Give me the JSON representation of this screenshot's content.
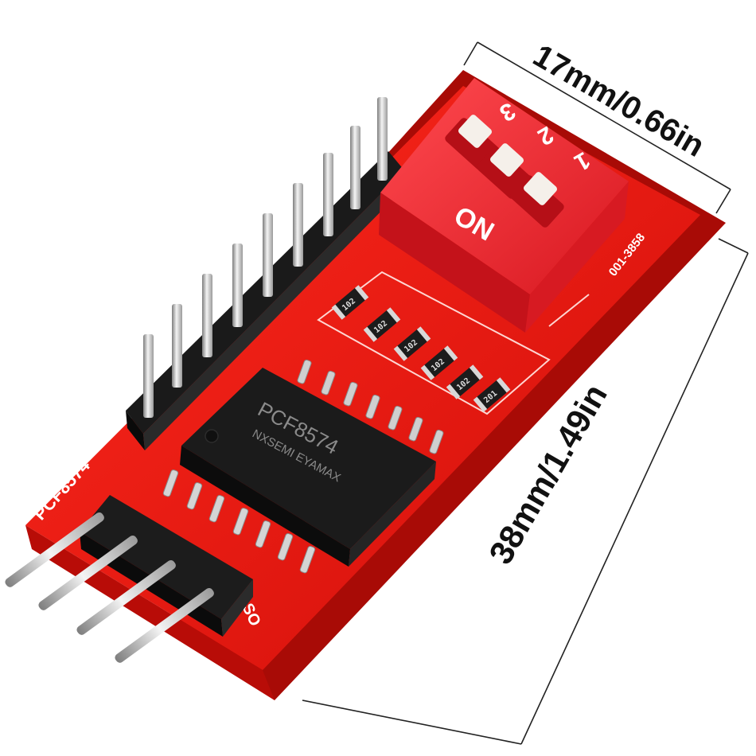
{
  "dimensions": {
    "width_label": "17mm/0.66in",
    "length_label": "38mm/1.49in"
  },
  "board": {
    "silkscreen_name": "PCF8574",
    "silkscreen_bottom": "SO",
    "part_code": "001-3858",
    "pcb_color": "#e8150f"
  },
  "chip": {
    "marking_line1": "PCF8574",
    "marking_line2": "NXSEMI EYAMAX"
  },
  "dip_switch": {
    "numbers": [
      "1",
      "2",
      "3"
    ],
    "on_label": "ON",
    "body_color": "#f02a32"
  },
  "resistors": [
    {
      "code": "102"
    },
    {
      "code": "102"
    },
    {
      "code": "102"
    },
    {
      "code": "102"
    },
    {
      "code": "102"
    },
    {
      "code": "201"
    }
  ]
}
